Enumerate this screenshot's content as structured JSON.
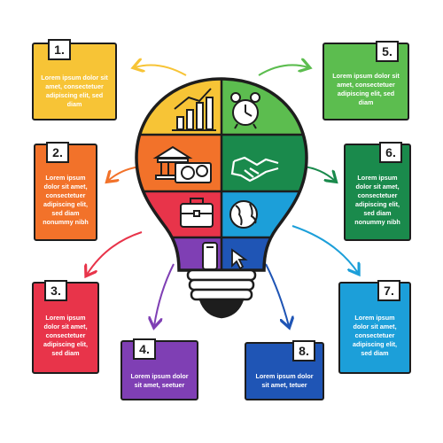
{
  "cards": [
    {
      "id": 1,
      "number": "1.",
      "color": "#f7c436",
      "lines": [
        "Lorem ipsum dolor sit",
        "amet, consectetuer",
        "adipiscing elit, sed diam"
      ]
    },
    {
      "id": 2,
      "number": "2.",
      "color": "#f2722a",
      "lines": [
        "Lorem ipsum",
        "dolor sit amet,",
        "consectetuer",
        "adipiscing elit,",
        "sed diam",
        "nonummy nibh"
      ]
    },
    {
      "id": 3,
      "number": "3.",
      "color": "#e8344a",
      "lines": [
        "Lorem ipsum",
        "dolor sit amet,",
        "consectetuer",
        "adipiscing elit,",
        "sed diam"
      ]
    },
    {
      "id": 4,
      "number": "4.",
      "color": "#7f3fb4",
      "lines": [
        "Lorem ipsum dolor",
        "sit amet, seetuer"
      ]
    },
    {
      "id": 5,
      "number": "5.",
      "color": "#5cbd4f",
      "lines": [
        "Lorem ipsum dolor sit",
        "amet, consectetuer",
        "adipiscing elit, sed diam"
      ]
    },
    {
      "id": 6,
      "number": "6.",
      "color": "#1a8a4c",
      "lines": [
        "Lorem ipsum",
        "dolor sit amet,",
        "consectetuer",
        "adipiscing elit,",
        "sed diam",
        "nonummy nibh"
      ]
    },
    {
      "id": 7,
      "number": "7.",
      "color": "#1c9fd9",
      "lines": [
        "Lorem ipsum",
        "dolor sit amet,",
        "consectetuer",
        "adipiscing elit,",
        "sed diam"
      ]
    },
    {
      "id": 8,
      "number": "8.",
      "color": "#1f55b5",
      "lines": [
        "Lorem ipsum dolor",
        "sit amet, tetuer"
      ]
    }
  ],
  "bulb_segments": [
    {
      "name": "bar-chart",
      "color": "#f7c436",
      "icon": "bar-chart-icon"
    },
    {
      "name": "alarm-clock",
      "color": "#5cbd4f",
      "icon": "alarm-clock-icon"
    },
    {
      "name": "bank-money",
      "color": "#f2722a",
      "icon": "bank-icon"
    },
    {
      "name": "handshake",
      "color": "#1a8a4c",
      "icon": "handshake-icon"
    },
    {
      "name": "briefcase",
      "color": "#e8344a",
      "icon": "briefcase-icon"
    },
    {
      "name": "globe",
      "color": "#1c9fd9",
      "icon": "globe-icon"
    },
    {
      "name": "mobile",
      "color": "#7f3fb4",
      "icon": "mobile-icon"
    },
    {
      "name": "cursor",
      "color": "#1f55b5",
      "icon": "cursor-icon"
    }
  ]
}
